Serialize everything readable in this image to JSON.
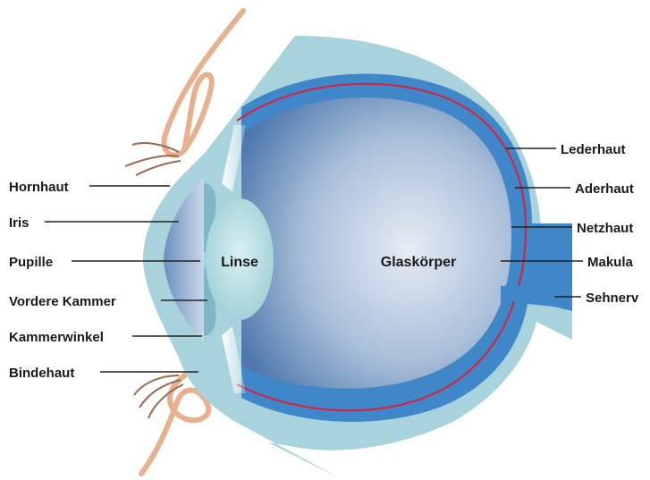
{
  "labels": {
    "hornhaut": "Hornhaut",
    "iris": "Iris",
    "pupille": "Pupille",
    "vordere_kammer": "Vordere Kammer",
    "kammerwinkel": "Kammerwinkel",
    "bindehaut": "Bindehaut",
    "lederhaut": "Lederhaut",
    "aderhaut": "Aderhaut",
    "netzhaut": "Netzhaut",
    "makula": "Makula",
    "sehnerv": "Sehnerv",
    "linse": "Linse",
    "glaskoerper": "Glaskörper"
  },
  "colors": {
    "sclera": "#a9d3dc",
    "choroid": "#3f87c8",
    "retina_line": "#d81f3b",
    "vitreous_dark": "#5d84b6",
    "vitreous_light": "#dfe7f1",
    "lens": "#bfe2e6",
    "skin": "#e7b08f",
    "lashes": "#9b6a4e",
    "leader": "#222222"
  }
}
